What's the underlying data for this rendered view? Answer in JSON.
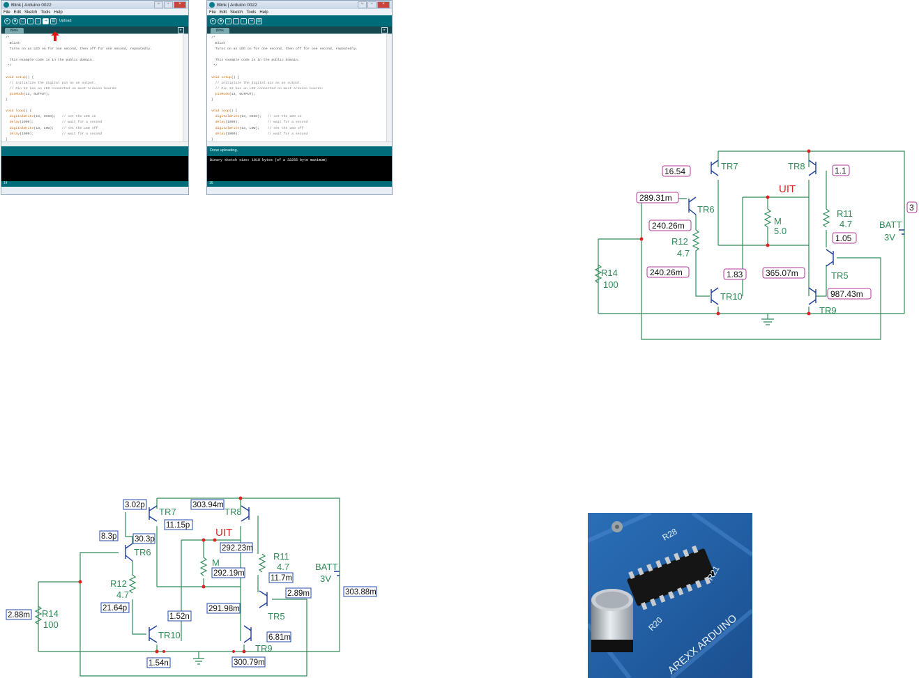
{
  "ide_left": {
    "title": "Blink | Arduino 0022",
    "menu": [
      "File",
      "Edit",
      "Sketch",
      "Tools",
      "Help"
    ],
    "upload_label": "Upload",
    "tab": "Blink",
    "code": [
      "/*",
      "  Blink",
      "  Turns on an LED on for one second, then off for one second, repeatedly.",
      "",
      "  This example code is in the public domain.",
      " */",
      "",
      "void setup() {",
      "  // initialize the digital pin as an output.",
      "  // Pin 13 has an LED connected on most Arduino boards:",
      "  pinMode(13, OUTPUT);",
      "}",
      "",
      "void loop() {",
      "  digitalWrite(13, HIGH);   // set the LED on",
      "  delay(1000);              // wait for a second",
      "  digitalWrite(13, LOW);    // set the LED off",
      "  delay(1000);              // wait for a second",
      "}"
    ],
    "status": "",
    "console": "",
    "footer": "14"
  },
  "ide_right": {
    "title": "Blink | Arduino 0022",
    "menu": [
      "File",
      "Edit",
      "Sketch",
      "Tools",
      "Help"
    ],
    "tab": "Blink",
    "code": [
      "/*",
      "  Blink",
      "  Turns on an LED on for one second, then off for one second, repeatedly.",
      "",
      "  This example code is in the public domain.",
      " */",
      "",
      "void setup() {",
      "  // initialize the digital pin as an output.",
      "  // Pin 13 has an LED connected on most Arduino boards:",
      "  pinMode(13, OUTPUT);",
      "}",
      "",
      "void loop() {",
      "  digitalWrite(13, HIGH);   // set the LED on",
      "  delay(1000);              // wait for a second",
      "  digitalWrite(13, LOW);    // set the LED off",
      "  delay(1000);              // wait for a second",
      "}"
    ],
    "status": "Done uploading.",
    "console": "Binary sketch size: 1018 bytes (of a 32256 byte maximum)",
    "footer": "16"
  },
  "circuit_top": {
    "labels": {
      "tr7": "TR7",
      "tr8": "TR8",
      "tr6": "TR6",
      "tr5": "TR5",
      "tr9": "TR9",
      "tr10": "TR10",
      "uit": "UIT",
      "m": "M",
      "m_val": "5.0",
      "r11": "R11",
      "r11_val": "4.7",
      "r12": "R12",
      "r12_val": "4.7",
      "r14": "R14",
      "r14_val": "100",
      "batt": "BATT",
      "batt_val": "3V"
    },
    "readouts": {
      "tr7_v": "16.54",
      "tr8_v": "1.1",
      "tr6_a": "289.31m",
      "tr6_b": "240.26m",
      "r12_b": "240.26m",
      "tr10_v": "1.83",
      "m_v": "365.07m",
      "tr5_v": "1.05",
      "tr9_v": "987.43m",
      "batt_v": "3"
    }
  },
  "circuit_bottom": {
    "labels": {
      "tr7": "TR7",
      "tr8": "TR8",
      "tr6": "TR6",
      "tr5": "TR5",
      "tr9": "TR9",
      "tr10": "TR10",
      "uit": "UIT",
      "m": "M",
      "r11": "R11",
      "r11_val": "4.7",
      "r12": "R12",
      "r12_val": "4.7",
      "r14": "R14",
      "r14_val": "100",
      "batt": "BATT",
      "batt_val": "3V"
    },
    "readouts": {
      "a": "3.02p",
      "b": "303.94m",
      "c": "11.15p",
      "d": "8.3p",
      "e": "30.3p",
      "f": "292.23m",
      "g": "292.19m",
      "h": "11.7m",
      "i": "2.89m",
      "j": "303.88m",
      "k": "21.64p",
      "l": "1.52n",
      "m2": "291.98m",
      "n": "2.88m",
      "o": "6.81m",
      "p": "1.54n",
      "q": "300.79m"
    }
  },
  "photo": {
    "board_text": "AREXX ARDUINO",
    "r28": "R28",
    "r21": "R21",
    "r20": "R20"
  }
}
